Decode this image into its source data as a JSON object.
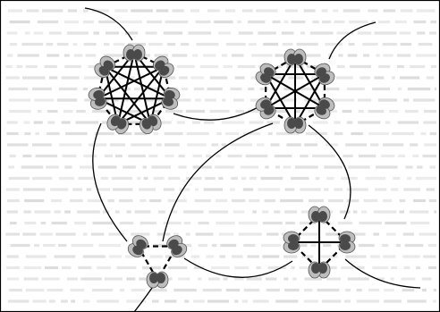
{
  "figure": {
    "type": "network-of-cliques",
    "clusters": [
      {
        "id": "cluster-7",
        "members": 7,
        "fully_connected": true
      },
      {
        "id": "cluster-6",
        "members": 6,
        "fully_connected": true
      },
      {
        "id": "cluster-3",
        "members": 3,
        "fully_connected": true
      },
      {
        "id": "cluster-4",
        "members": 4,
        "fully_connected": true
      }
    ],
    "bridges": [
      [
        "cluster-7",
        "cluster-6"
      ],
      [
        "cluster-7",
        "cluster-3"
      ],
      [
        "cluster-6",
        "cluster-3"
      ],
      [
        "cluster-6",
        "cluster-4"
      ],
      [
        "cluster-3",
        "cluster-4"
      ]
    ],
    "colors": {
      "background_text_texture": "#c9c9c9",
      "node_light": "#bdbdbd",
      "node_dark": "#4a4a4a",
      "edge": "#000000"
    }
  }
}
